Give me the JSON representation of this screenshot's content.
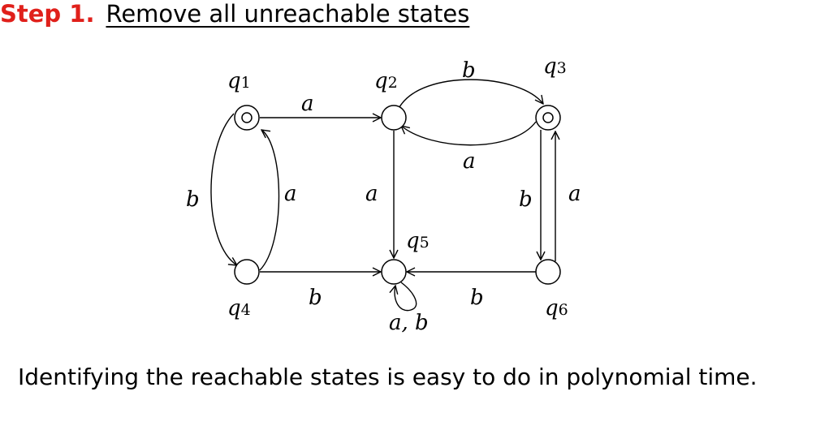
{
  "heading": {
    "step_label": "Step 1.",
    "title": "Remove all unreachable states"
  },
  "states": {
    "q1": {
      "name": "q",
      "index": "1",
      "accepting": true
    },
    "q2": {
      "name": "q",
      "index": "2",
      "accepting": false
    },
    "q3": {
      "name": "q",
      "index": "3",
      "accepting": true
    },
    "q4": {
      "name": "q",
      "index": "4",
      "accepting": false
    },
    "q5": {
      "name": "q",
      "index": "5",
      "accepting": false
    },
    "q6": {
      "name": "q",
      "index": "6",
      "accepting": false
    }
  },
  "transitions": [
    {
      "from": "q1",
      "to": "q2",
      "label": "a"
    },
    {
      "from": "q2",
      "to": "q3",
      "label": "b"
    },
    {
      "from": "q3",
      "to": "q2",
      "label": "a"
    },
    {
      "from": "q1",
      "to": "q4",
      "label": "b"
    },
    {
      "from": "q4",
      "to": "q1",
      "label": "a"
    },
    {
      "from": "q2",
      "to": "q5",
      "label": "a"
    },
    {
      "from": "q3",
      "to": "q6",
      "label": "b"
    },
    {
      "from": "q6",
      "to": "q3",
      "label": "a"
    },
    {
      "from": "q4",
      "to": "q5",
      "label": "b"
    },
    {
      "from": "q6",
      "to": "q5",
      "label": "b"
    },
    {
      "from": "q5",
      "to": "q5",
      "label": "a, b"
    }
  ],
  "caption": "Identifying the reachable states is easy to do in polynomial time.",
  "colors": {
    "step": "#e0201b",
    "ink": "#000000"
  }
}
